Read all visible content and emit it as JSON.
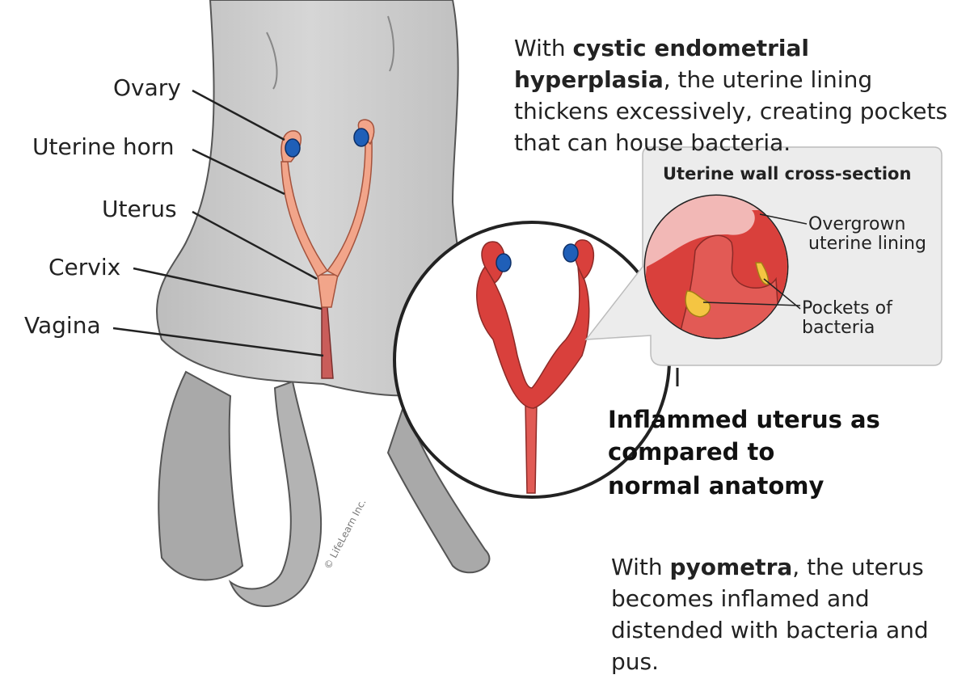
{
  "labels": {
    "ovary": "Ovary",
    "uterine_horn": "Uterine horn",
    "uterus": "Uterus",
    "cervix": "Cervix",
    "vagina": "Vagina"
  },
  "top_text": {
    "prefix": "With ",
    "bold": "cystic endometrial hyperplasia",
    "suffix": ", the uterine lining thickens excessively, creating pockets that can house bacteria."
  },
  "cross_section": {
    "title": "Uterine wall cross-section",
    "lining_line1": "Overgrown",
    "lining_line2": "uterine lining",
    "pockets_line1": "Pockets of",
    "pockets_line2": "bacteria"
  },
  "inflamed": {
    "line1": "Inflammed uterus as",
    "line2": "compared to",
    "line3": "normal anatomy"
  },
  "bottom_text": {
    "prefix": "With ",
    "bold": "pyometra",
    "suffix": ", the uterus becomes inflamed and distended with bacteria and pus."
  },
  "copyright": "© LifeLearn Inc.",
  "colors": {
    "body": "#c9c9c9",
    "uterus_normal": "#f2a58a",
    "uterus_inflamed": "#d9403c",
    "ovary": "#1f5fb8",
    "bacteria": "#f4c542"
  }
}
